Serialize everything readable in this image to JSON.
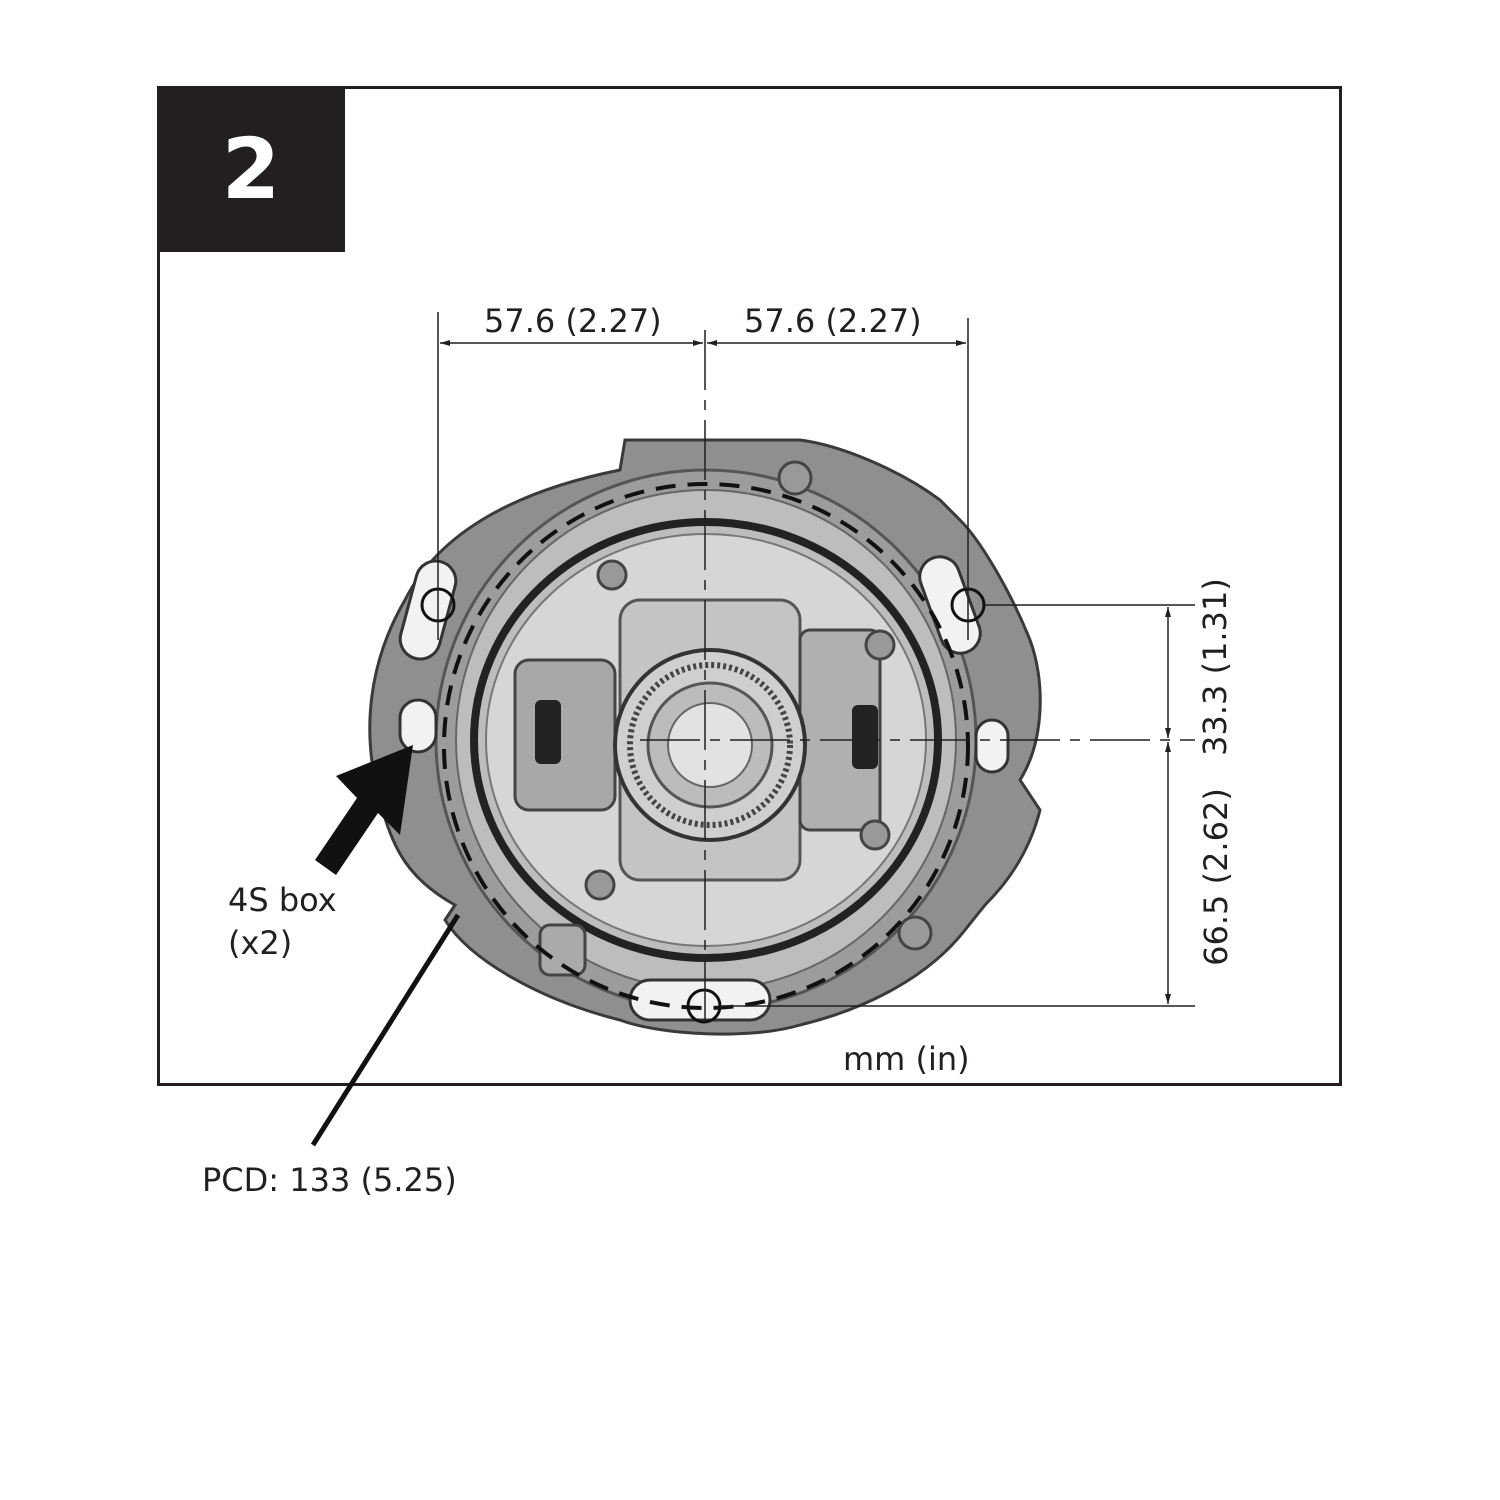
{
  "step": {
    "number": "2"
  },
  "dimensions": {
    "top_left": "57.6 (2.27)",
    "top_right": "57.6 (2.27)",
    "right_upper": "33.3 (1.31)",
    "right_lower": "66.5 (2.62)"
  },
  "units": "mm (in)",
  "callouts": {
    "box_label_line1": "4S box",
    "box_label_line2": "(x2)",
    "pcd": "PCD: 133 (5.25)"
  },
  "colors": {
    "ink": "#231f20",
    "plate": "#8f8f8f",
    "plate_light": "#bdbdbd",
    "inner": "#d6d6d6"
  }
}
